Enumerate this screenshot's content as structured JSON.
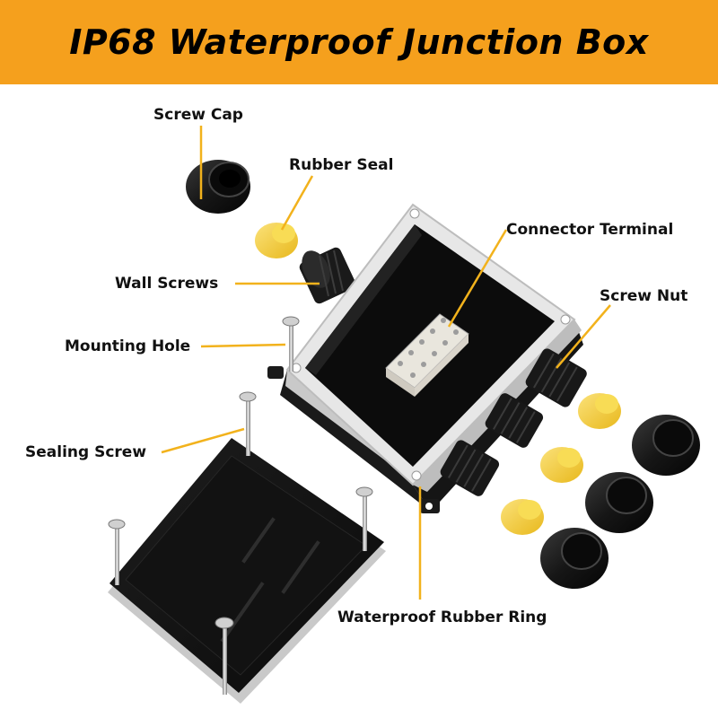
{
  "title": "IP68 Waterproof Junction Box",
  "labels": {
    "screw_cap": "Screw Cap",
    "rubber_seal": "Rubber Seal",
    "connector_terminal": "Connector Terminal",
    "screw_nut": "Screw Nut",
    "wall_screws": "Wall Screws",
    "mounting_hole": "Mounting Hole",
    "sealing_screw": "Sealing Screw",
    "waterproof_rubber_ring": "Waterproof Rubber Ring"
  },
  "colors": {
    "banner": "#f5a01d",
    "leader_line": "#f2b21c",
    "seal_yellow": "#f4d23a",
    "plastic_black": "#141414"
  }
}
